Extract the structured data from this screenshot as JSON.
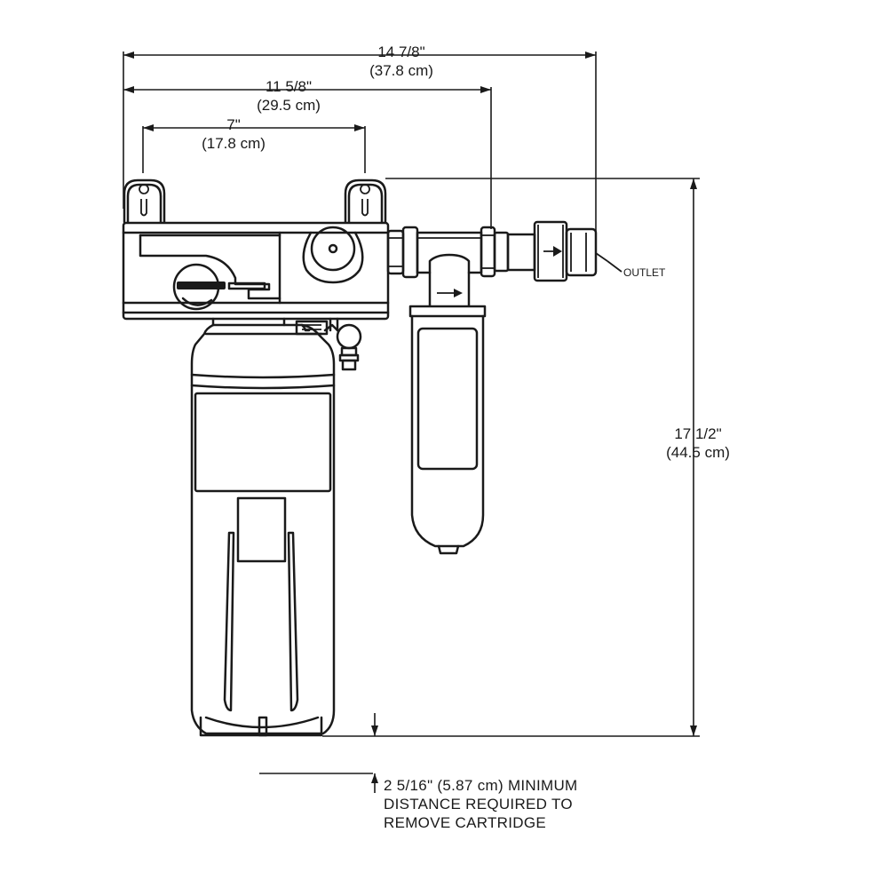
{
  "dimensions": {
    "overall_width": {
      "imperial": "14 7/8\"",
      "metric": "(37.8 cm)"
    },
    "to_inlet_fitting": {
      "imperial": "11 5/8\"",
      "metric": "(29.5 cm)"
    },
    "mount_hole_spacing": {
      "imperial": "7\"",
      "metric": "(17.8 cm)"
    },
    "overall_height": {
      "imperial": "17 1/2\"",
      "metric": "(44.5 cm)"
    }
  },
  "labels": {
    "outlet": "OUTLET"
  },
  "clearance_note": {
    "line1": "2 5/16\" (5.87 cm) MINIMUM",
    "line2": "DISTANCE REQUIRED TO",
    "line3": "REMOVE CARTRIDGE"
  }
}
